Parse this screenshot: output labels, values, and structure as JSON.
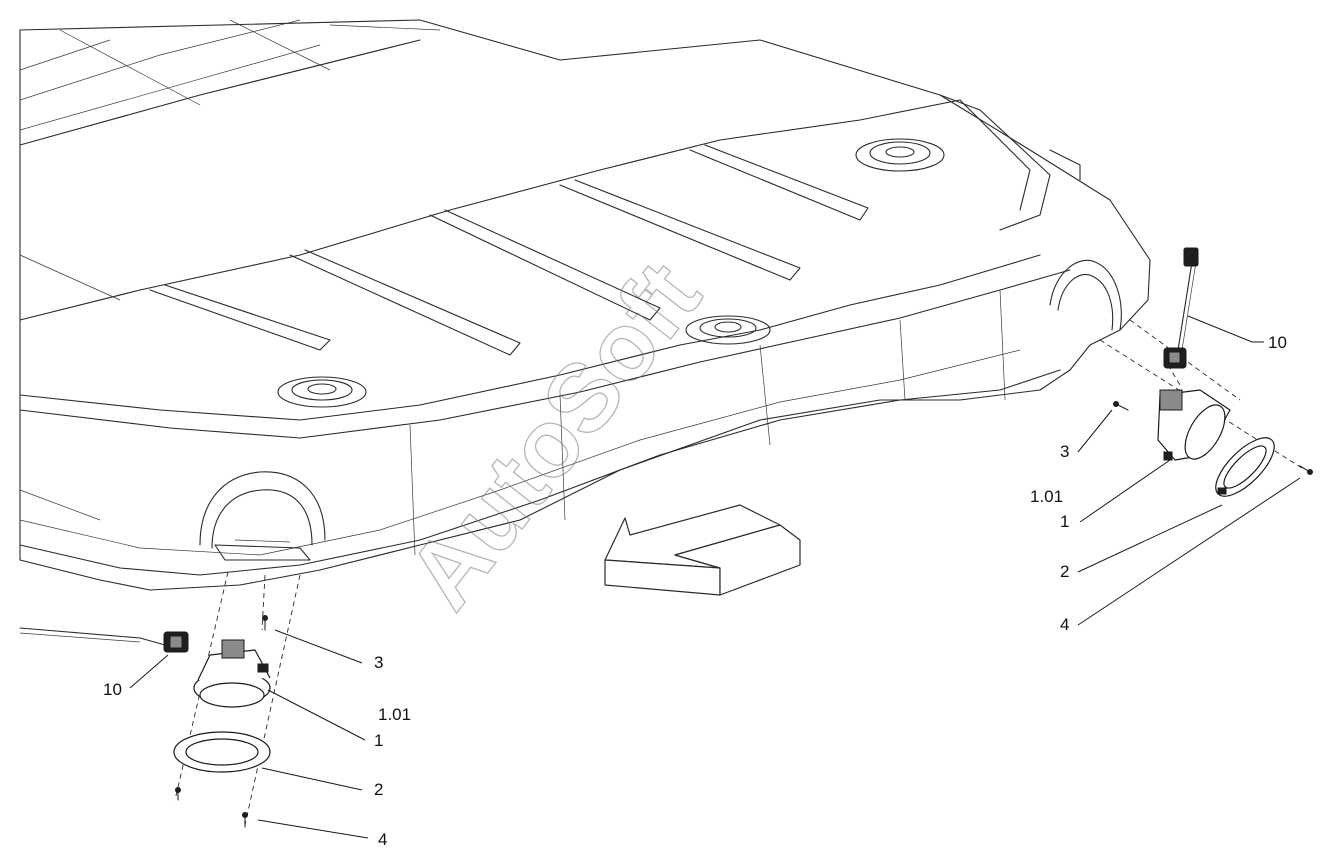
{
  "watermark": "AutoSoft",
  "callouts": {
    "left": {
      "c10": "10",
      "c3": "3",
      "c101": "1.01",
      "c1": "1",
      "c2": "2",
      "c4": "4"
    },
    "right": {
      "c10": "10",
      "c3": "3",
      "c101": "1.01",
      "c1": "1",
      "c2": "2",
      "c4": "4"
    }
  }
}
